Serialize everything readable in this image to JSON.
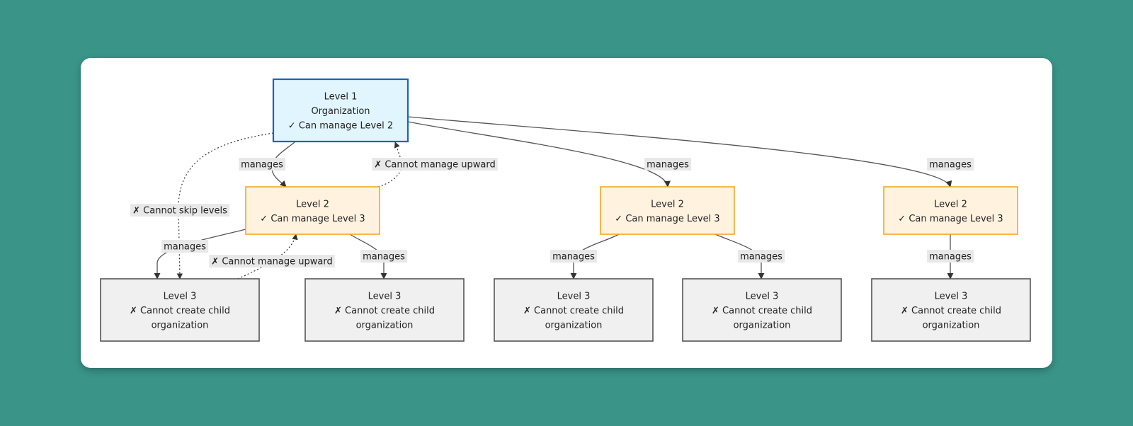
{
  "diagram": {
    "nodes": {
      "l1": {
        "lines": [
          "Level 1",
          "Organization",
          "✓ Can manage Level 2"
        ]
      },
      "l2a": {
        "lines": [
          "Level 2",
          "✓ Can manage Level 3"
        ]
      },
      "l2b": {
        "lines": [
          "Level 2",
          "✓ Can manage Level 3"
        ]
      },
      "l2c": {
        "lines": [
          "Level 2",
          "✓ Can manage Level 3"
        ]
      },
      "l3a": {
        "lines": [
          "Level 3",
          "✗ Cannot create child",
          "organization"
        ]
      },
      "l3b": {
        "lines": [
          "Level 3",
          "✗ Cannot create child",
          "organization"
        ]
      },
      "l3c": {
        "lines": [
          "Level 3",
          "✗ Cannot create child",
          "organization"
        ]
      },
      "l3d": {
        "lines": [
          "Level 3",
          "✗ Cannot create child",
          "organization"
        ]
      },
      "l3e": {
        "lines": [
          "Level 3",
          "✗ Cannot create child",
          "organization"
        ]
      }
    },
    "edge_labels": {
      "manages": "manages",
      "cannot_manage_upward": "✗ Cannot manage upward",
      "cannot_skip_levels": "✗ Cannot skip levels"
    },
    "colors": {
      "background": "#3a9488",
      "level1_fill": "#e1f5fe",
      "level1_stroke": "#1565c0",
      "level2_fill": "#fff3e0",
      "level2_stroke": "#f5a623",
      "level3_fill": "#f0f0f0",
      "level3_stroke": "#555555",
      "edge": "#333333",
      "label_bg": "#e8e8e8"
    }
  }
}
